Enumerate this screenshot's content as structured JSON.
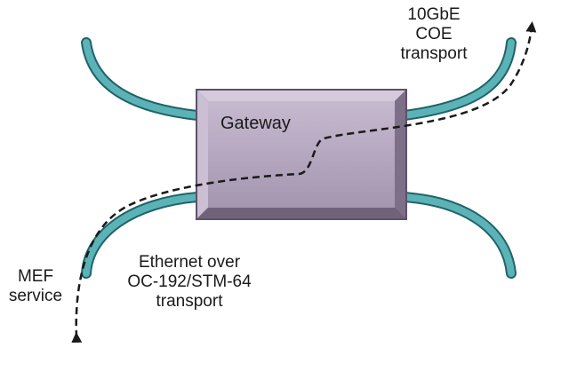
{
  "gateway": {
    "label": "Gateway"
  },
  "labels": {
    "coe_transport": [
      "10GbE",
      "COE",
      "transport"
    ],
    "mef_service": [
      "MEF",
      "service"
    ],
    "ethernet_transport": [
      "Ethernet over",
      "OC-192/STM-64",
      "transport"
    ]
  },
  "colors": {
    "box_fill": "#a99bb4",
    "box_face": "#bfb2c8",
    "box_edge": "#5e5168",
    "fiber": "#4fa8ad",
    "fiber_edge": "#1f6468",
    "path": "#1a1a1a"
  }
}
